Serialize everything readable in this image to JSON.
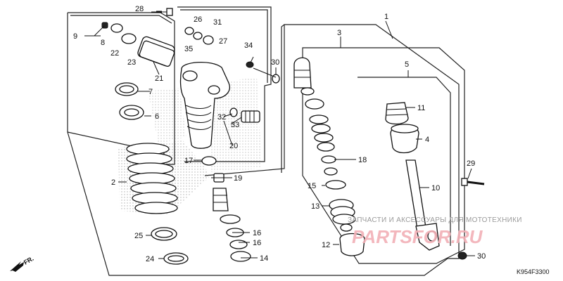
{
  "diagram": {
    "figure_code": "K954F3300",
    "direction_label": "FR.",
    "watermark": {
      "tagline": "ЗАПЧАСТИ И АКСЕССУАРЫ ДЛЯ МОТОТЕХНИКИ",
      "brand": "PARTSFOR.RU"
    },
    "callouts": [
      "1",
      "2",
      "3",
      "4",
      "5",
      "6",
      "7",
      "8",
      "9",
      "10",
      "11",
      "12",
      "13",
      "14",
      "15",
      "16",
      "16",
      "17",
      "18",
      "19",
      "20",
      "21",
      "22",
      "23",
      "24",
      "25",
      "26",
      "27",
      "28",
      "29",
      "30",
      "30",
      "31",
      "32",
      "33",
      "34",
      "35"
    ]
  }
}
